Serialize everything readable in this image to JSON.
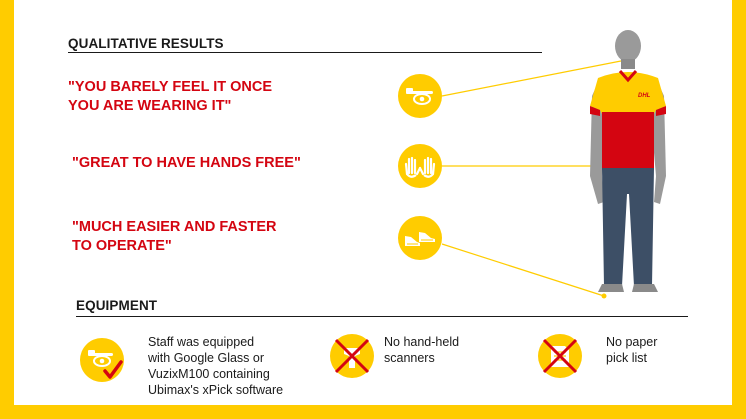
{
  "qualitative": {
    "heading": "QUALITATIVE RESULTS",
    "quotes": [
      "\"YOU BARELY FEEL IT ONCE\nYOU ARE WEARING IT\"",
      "\"GREAT TO HAVE HANDS FREE\"",
      "\"MUCH EASIER AND FASTER\nTO OPERATE\""
    ],
    "icons": [
      "glasses-icon",
      "hands-icon",
      "shoes-icon"
    ]
  },
  "equipment": {
    "heading": "EQUIPMENT",
    "items": [
      {
        "text": "Staff was equipped\nwith Google Glass or\nVuzixM100 containing\nUbimax's xPick software",
        "icon": "smart-glasses-check-icon"
      },
      {
        "text": "No hand-held\nscanners",
        "icon": "no-scanner-icon"
      },
      {
        "text": "No paper\npick list",
        "icon": "no-paper-icon"
      }
    ]
  },
  "colors": {
    "dhl_yellow": "#ffcc00",
    "dhl_red": "#d40511",
    "trousers": "#3d4f66",
    "skin_gray": "#9a9a9a"
  }
}
